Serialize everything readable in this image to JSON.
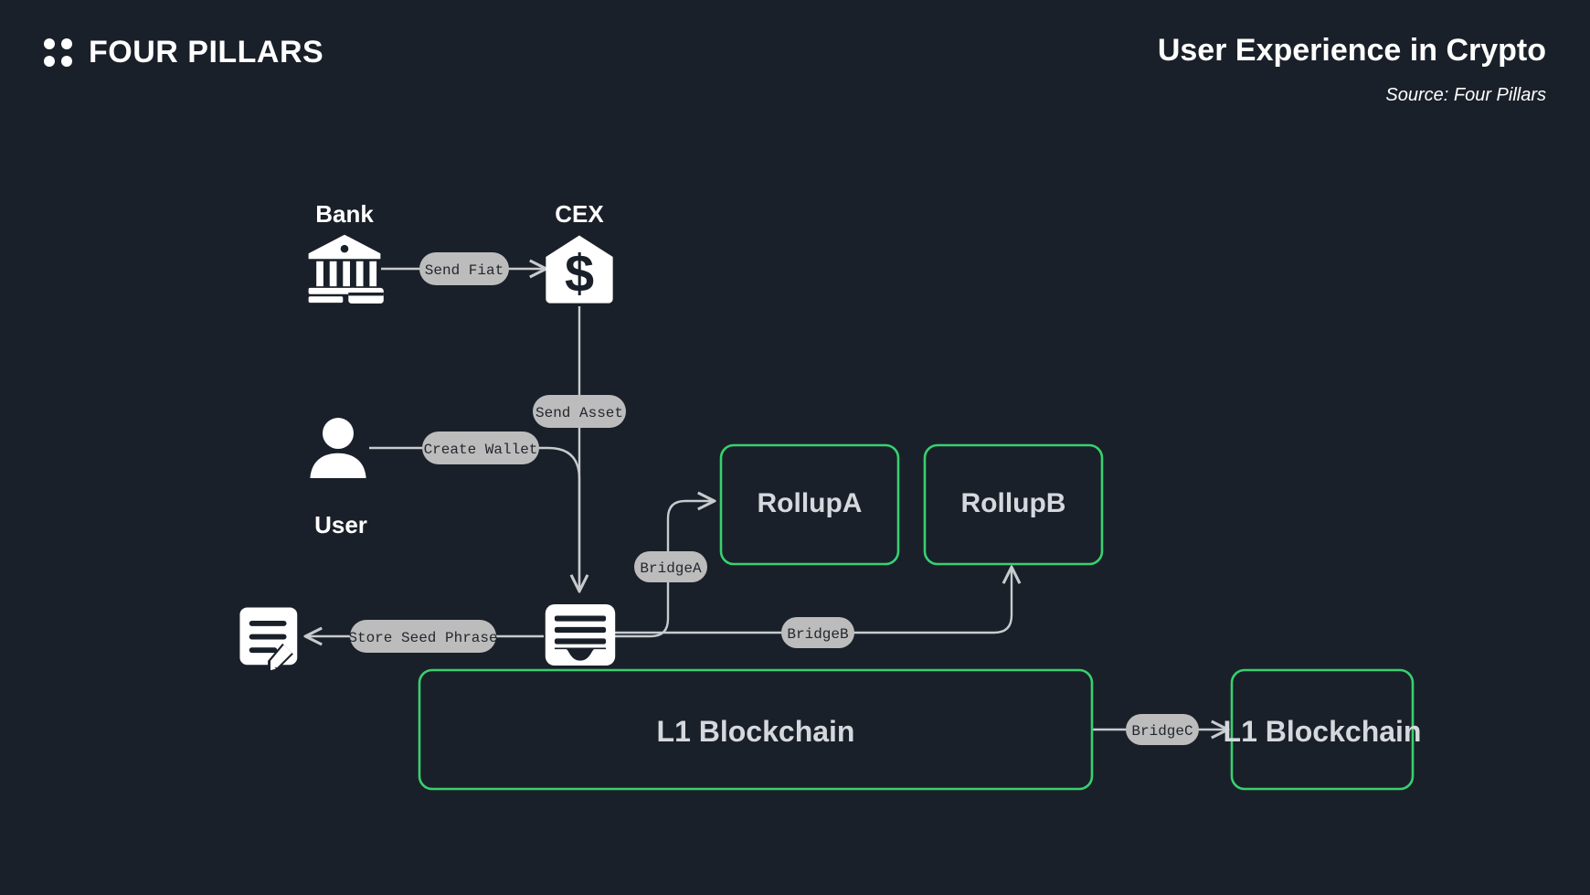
{
  "meta": {
    "background_color": "#1a2029",
    "accent_green": "#38d06f",
    "edge_color": "#c7cbce",
    "pill_color": "#bcbcbc",
    "node_text_color": "#d5d9dd"
  },
  "header": {
    "brand": "FOUR PILLARS",
    "brand_icon": "four-dots-logo",
    "title": "User Experience in Crypto",
    "subtitle": "Source: Four Pillars"
  },
  "diagram": {
    "type": "flow-diagram",
    "icon_nodes": [
      {
        "id": "bank",
        "label": "Bank",
        "icon": "bank-icon",
        "label_position": "top"
      },
      {
        "id": "cex",
        "label": "CEX",
        "icon": "dollar-house-icon",
        "label_position": "top"
      },
      {
        "id": "user",
        "label": "User",
        "icon": "user-icon",
        "label_position": "bottom"
      },
      {
        "id": "wallet",
        "label": "",
        "icon": "wallet-icon",
        "label_position": "none"
      },
      {
        "id": "note",
        "label": "",
        "icon": "note-pencil-icon",
        "label_position": "none"
      }
    ],
    "box_nodes": [
      {
        "id": "rollupA",
        "label": "RollupA",
        "border": "#38d06f",
        "font_size": 30
      },
      {
        "id": "rollupB",
        "label": "RollupB",
        "border": "#38d06f",
        "font_size": 30
      },
      {
        "id": "l1a",
        "label": "L1 Blockchain",
        "border": "#38d06f",
        "font_size": 32
      },
      {
        "id": "l1b",
        "label": "L1 Blockchain",
        "border": "#38d06f",
        "font_size": 32
      }
    ],
    "edges": [
      {
        "id": "e1",
        "from": "bank",
        "to": "cex",
        "label": "Send Fiat"
      },
      {
        "id": "e2",
        "from": "cex",
        "to": "wallet",
        "label": "Send Asset"
      },
      {
        "id": "e3",
        "from": "user",
        "to": "wallet",
        "label": "Create Wallet"
      },
      {
        "id": "e4",
        "from": "wallet",
        "to": "note",
        "label": "Store Seed Phrase"
      },
      {
        "id": "e5",
        "from": "wallet",
        "to": "rollupA",
        "label": "BridgeA"
      },
      {
        "id": "e6",
        "from": "wallet",
        "to": "rollupB",
        "label": "BridgeB"
      },
      {
        "id": "e7",
        "from": "l1a",
        "to": "l1b",
        "label": "BridgeC"
      }
    ]
  }
}
